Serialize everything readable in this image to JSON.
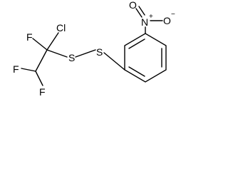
{
  "molecule": {
    "atoms": {
      "cl": "Cl",
      "f_top": "F",
      "f_left": "F",
      "f_bottom": "F",
      "s1": "S",
      "s2": "S",
      "n": "N",
      "n_charge": "+",
      "o_top": "O",
      "o_right": "O",
      "o_charge": "−"
    },
    "colors": {
      "ink": "#000000",
      "background": "#ffffff"
    }
  }
}
